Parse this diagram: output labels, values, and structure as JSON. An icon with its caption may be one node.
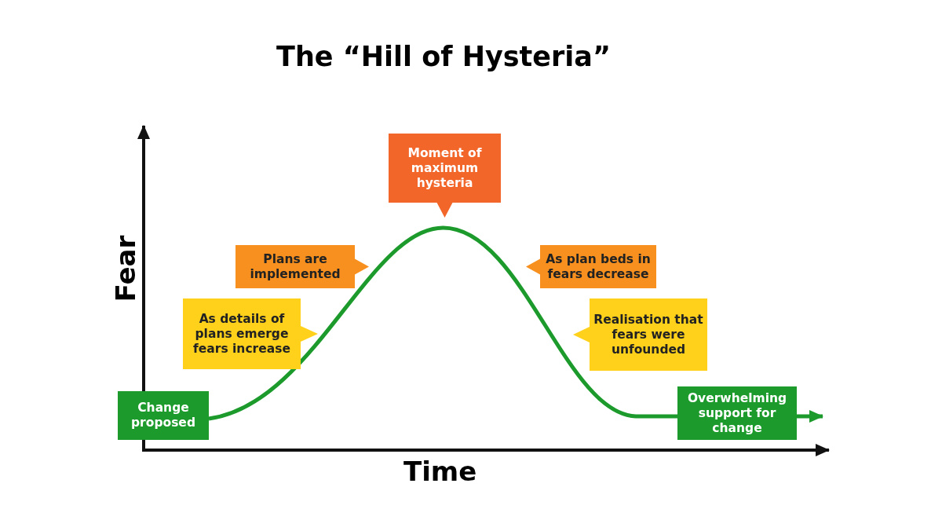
{
  "diagram": {
    "title": "The “Hill of Hysteria”",
    "nodes": [
      {
        "text": [
          "Change proposed"
        ]
      },
      {
        "text": [
          "As details of plans emerge fears increase"
        ]
      },
      {
        "text": [
          "Plans are implemented"
        ]
      },
      {
        "text": [
          "Moment of maximum hysteria"
        ]
      },
      {
        "text": [
          "As plan beds in fears decrease"
        ]
      },
      {
        "text": [
          "Realisation that fears were unfounded"
        ]
      },
      {
        "text": [
          "Overwhelming support for change"
        ]
      }
    ],
    "edges": [
      {
        "from": 0,
        "to": 6,
        "arrow": "none"
      },
      {
        "from": 6,
        "to": null,
        "arrow": "to"
      }
    ],
    "labels": [
      "Fear",
      "Time"
    ]
  }
}
